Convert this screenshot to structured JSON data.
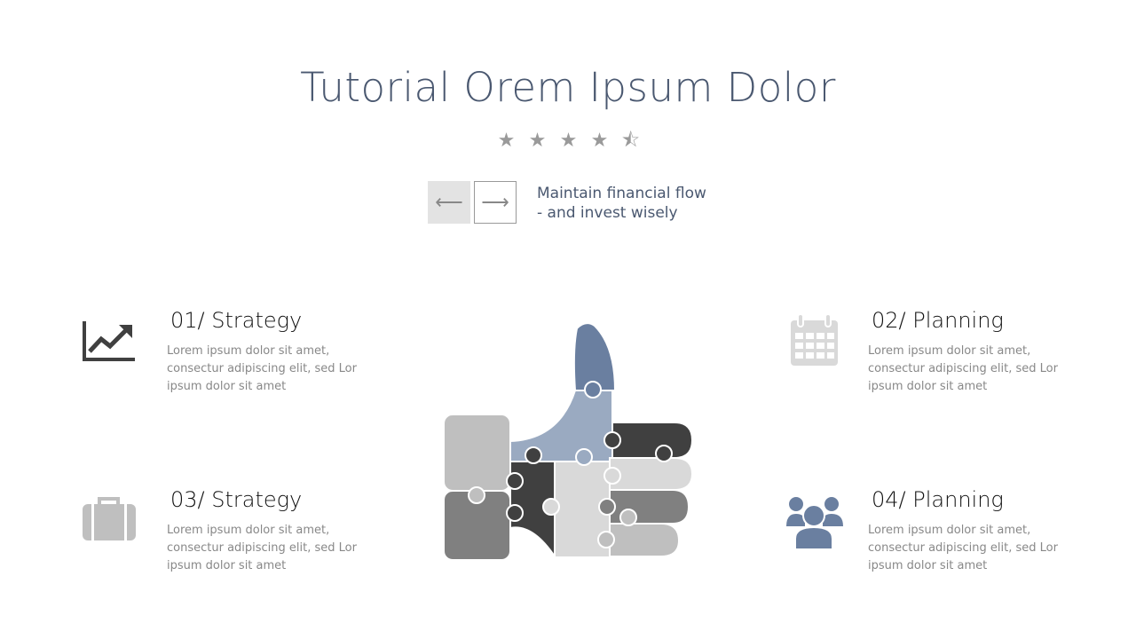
{
  "title": "Tutorial Orem Ipsum Dolor",
  "rating": {
    "value": 4.5,
    "max": 5,
    "stars": [
      "★",
      "★",
      "★",
      "★",
      "⯪"
    ]
  },
  "nav": {
    "prev": "⟵",
    "next": "⟶"
  },
  "tagline": {
    "line1": "Maintain financial flow",
    "line2": "- and invest wisely"
  },
  "items": [
    {
      "heading": "01/ Strategy",
      "text": "Lorem ipsum dolor sit amet, consectur adipiscing elit, sed Lor ipsum dolor sit amet",
      "icon": "chart-trend-icon"
    },
    {
      "heading": "02/ Planning",
      "text": "Lorem ipsum dolor sit amet, consectur adipiscing elit, sed Lor ipsum dolor sit amet",
      "icon": "calendar-icon"
    },
    {
      "heading": "03/ Strategy",
      "text": "Lorem ipsum dolor sit amet, consectur adipiscing elit, sed Lor ipsum dolor sit amet",
      "icon": "briefcase-icon"
    },
    {
      "heading": "04/ Planning",
      "text": "Lorem ipsum dolor sit amet, consectur adipiscing elit, sed Lor ipsum dolor sit amet",
      "icon": "team-icon"
    }
  ],
  "colors": {
    "title": "#4a5870",
    "accent": "#6a7fa0",
    "dark": "#404040",
    "gray": "#808080",
    "light": "#d9d9d9"
  }
}
